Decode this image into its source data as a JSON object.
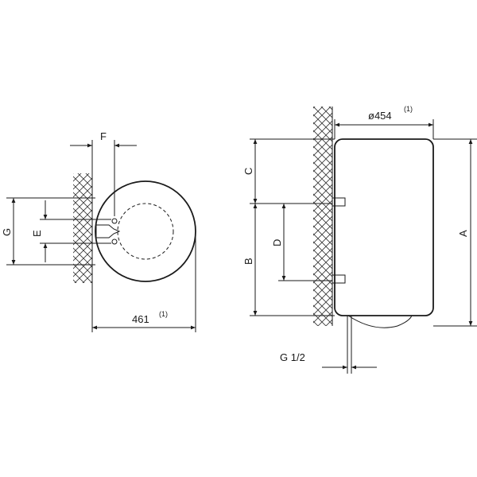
{
  "labels": {
    "f": "F",
    "g": "G",
    "e": "E",
    "width": "461",
    "width_note": "(1)",
    "c": "C",
    "diameter": "ø454",
    "diameter_note": "(1)",
    "b": "B",
    "d": "D",
    "a": "A",
    "thread": "G 1/2"
  }
}
